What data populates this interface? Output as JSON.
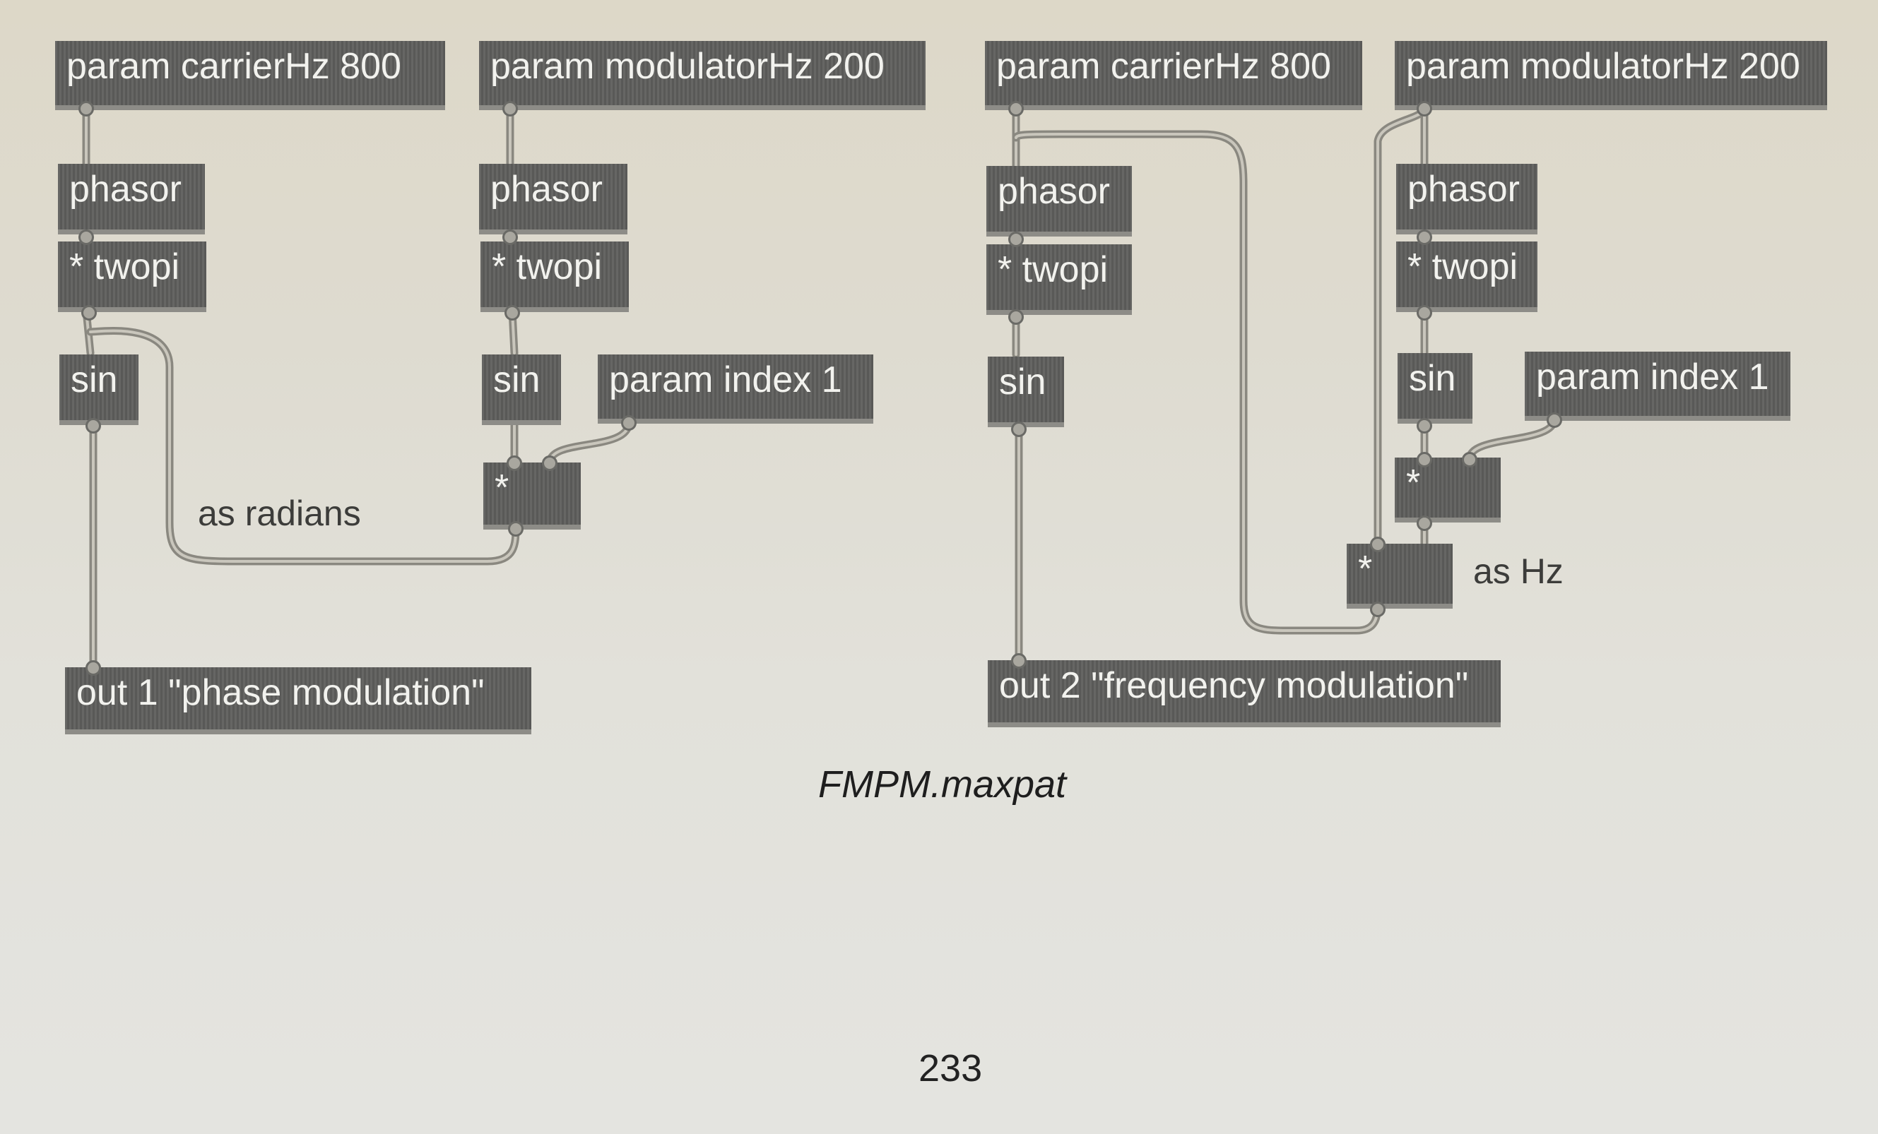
{
  "patch": {
    "left": {
      "carrier_param": "param carrierHz 800",
      "modulator_param": "param modulatorHz 200",
      "phasor_a": "phasor",
      "phasor_b": "phasor",
      "twopi_a": "* twopi",
      "twopi_b": "* twopi",
      "sin_a": "sin",
      "sin_b": "sin",
      "index_param": "param index 1",
      "mul": "*",
      "annotation": "as radians",
      "out": "out 1 \"phase modulation\""
    },
    "right": {
      "carrier_param": "param carrierHz 800",
      "modulator_param": "param modulatorHz 200",
      "phasor_a": "phasor",
      "phasor_b": "phasor",
      "twopi_a": "* twopi",
      "twopi_b": "* twopi",
      "sin_a": "sin",
      "sin_b": "sin",
      "index_param": "param index 1",
      "mul_a": "*",
      "mul_b": "*",
      "annotation": "as Hz",
      "out": "out 2 \"frequency modulation\""
    }
  },
  "caption": "FMPM.maxpat",
  "page_number": "233"
}
